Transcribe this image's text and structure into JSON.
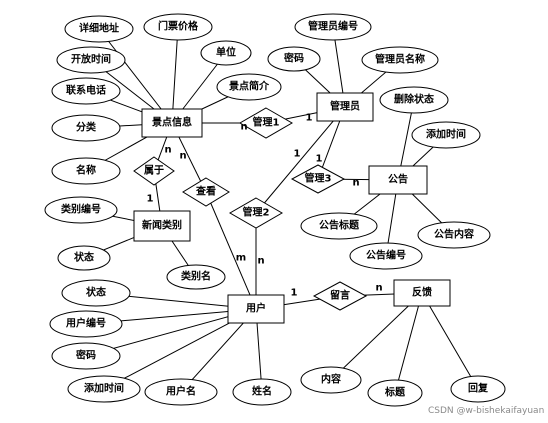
{
  "entities": {
    "attraction": "景点信息",
    "admin": "管理员",
    "notice": "公告",
    "news_category": "新闻类别",
    "user": "用户",
    "feedback": "反馈"
  },
  "relationships": {
    "manage1": "管理1",
    "manage2": "管理2",
    "manage3": "管理3",
    "belongs": "属于",
    "view": "查看",
    "message": "留言"
  },
  "attributes": {
    "address": "详细地址",
    "ticket_price": "门票价格",
    "unit": "单位",
    "open_time": "开放时间",
    "intro": "景点简介",
    "phone": "联系电话",
    "category": "分类",
    "name": "名称",
    "admin_id": "管理员编号",
    "admin_password": "密码",
    "admin_name": "管理员名称",
    "delete_status": "删除状态",
    "add_time_notice": "添加时间",
    "notice_title": "公告标题",
    "notice_content": "公告内容",
    "notice_id": "公告编号",
    "category_id": "类别编号",
    "category_status": "状态",
    "category_name": "类别名",
    "user_status": "状态",
    "user_id": "用户编号",
    "user_password": "密码",
    "user_add_time": "添加时间",
    "username": "用户名",
    "real_name": "姓名",
    "fb_content": "内容",
    "fb_title": "标题",
    "fb_reply": "回复"
  },
  "cardinalities": {
    "m1_attraction": "n",
    "m1_admin": "1",
    "m2_admin": "1",
    "m2_user": "n",
    "m3_admin": "1",
    "m3_notice": "n",
    "belongs_attraction": "n",
    "belongs_category": "1",
    "view_attraction": "n",
    "view_user": "m",
    "msg_user": "1",
    "msg_feedback": "n"
  },
  "watermark": "CSDN @w-bishekaifayuan"
}
